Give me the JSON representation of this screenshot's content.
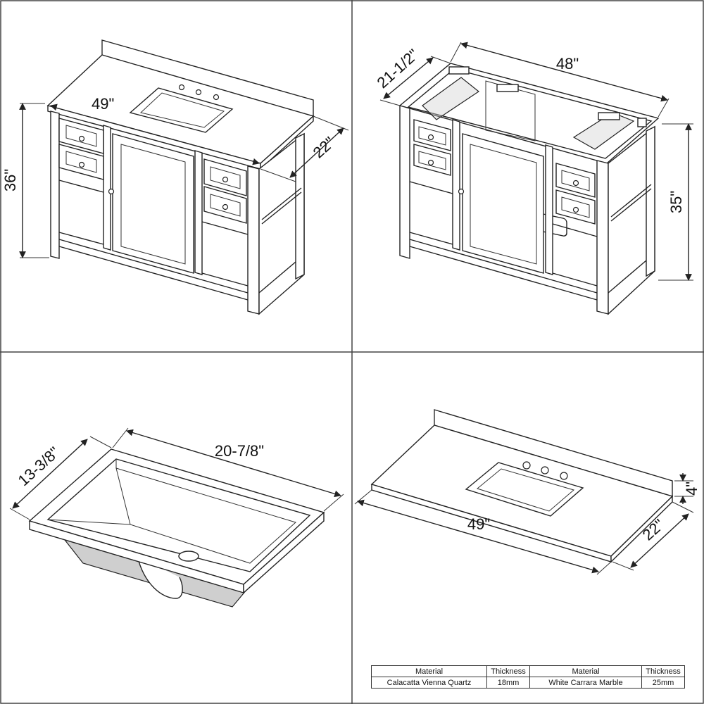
{
  "panels": {
    "vanity_assembled": {
      "width_label": "49\"",
      "depth_label": "22\"",
      "height_label": "36\""
    },
    "vanity_cabinet": {
      "width_label": "48\"",
      "depth_label": "21-1/2\"",
      "height_label": "35\""
    },
    "sink_bowl": {
      "length_label": "20-7/8\"",
      "width_label": "13-3/8\""
    },
    "countertop": {
      "width_label": "49\"",
      "depth_label": "22\"",
      "backsplash_label": "4\""
    }
  },
  "spec_table": {
    "headers": [
      "Material",
      "Thickness",
      "Material",
      "Thickness"
    ],
    "row": [
      "Calacatta Vienna Quartz",
      "18mm",
      "White Carrara Marble",
      "25mm"
    ]
  }
}
